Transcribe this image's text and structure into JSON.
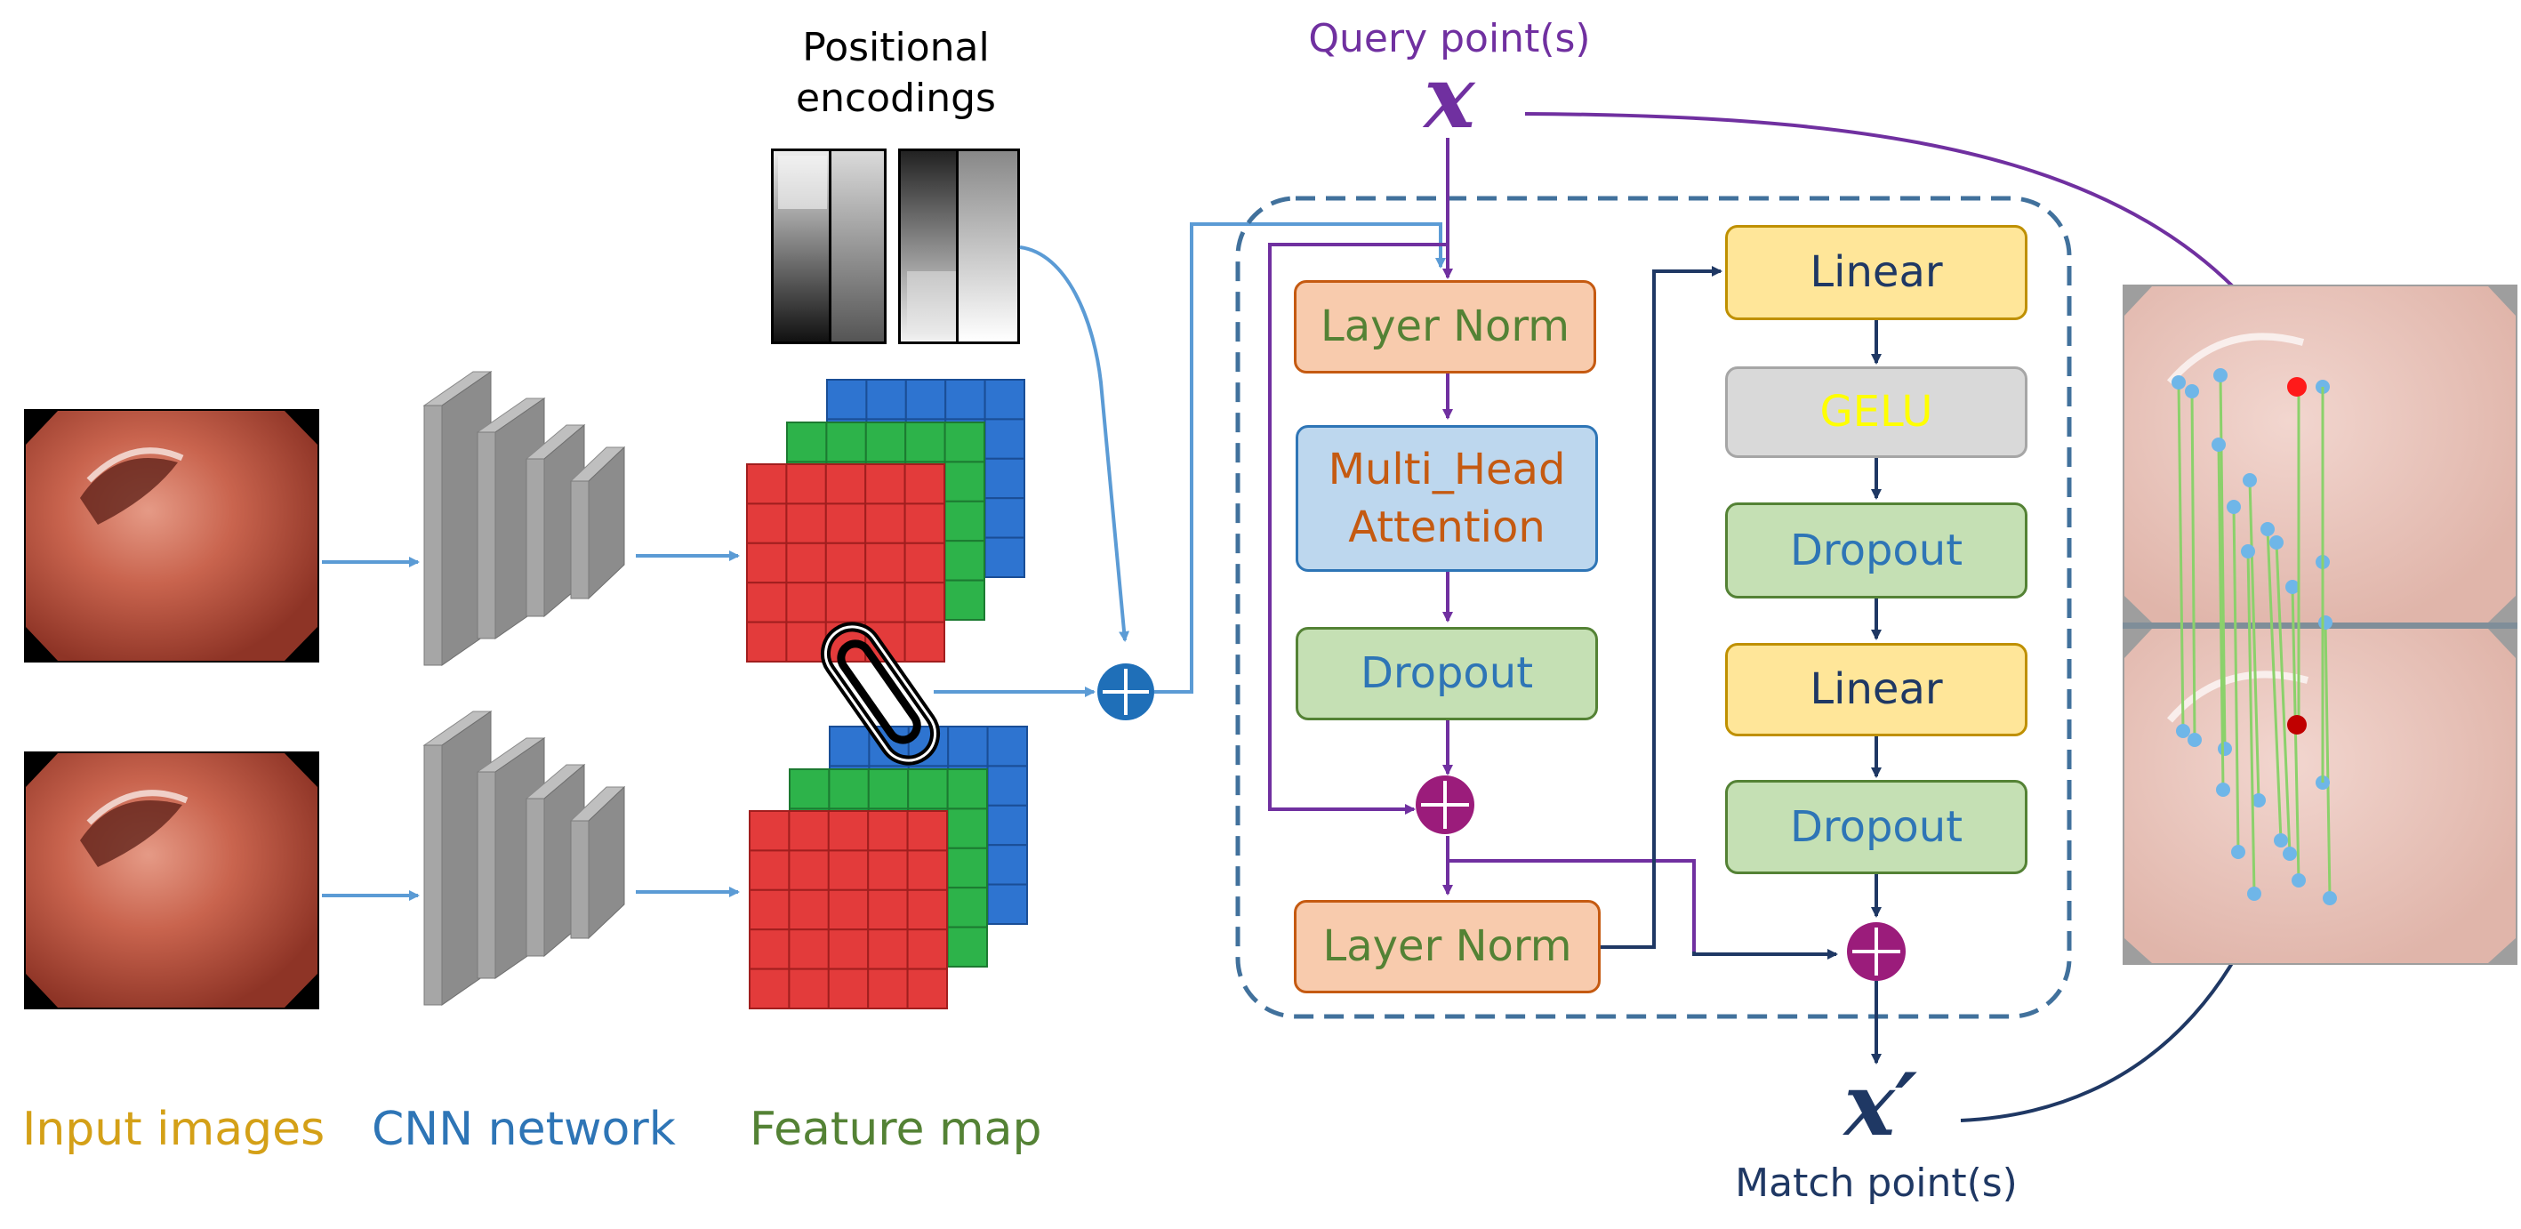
{
  "labels": {
    "positional_encodings": "Positional\nencodings",
    "query_points": "Query point(s)",
    "query_symbol": "x",
    "match_symbol": "x′",
    "match_points": "Match point(s)",
    "input_images": "Input images",
    "cnn_network": "CNN network",
    "feature_map": "Feature map"
  },
  "blocks": {
    "layer_norm_1": "Layer Norm",
    "multi_head_attention": "Multi_Head\nAttention",
    "dropout_1": "Dropout",
    "layer_norm_2": "Layer Norm",
    "linear_1": "Linear",
    "gelu": "GELU",
    "dropout_2": "Dropout",
    "linear_2": "Linear",
    "dropout_3": "Dropout"
  },
  "colors": {
    "input_images": "#D4A017",
    "cnn_network": "#2E75B6",
    "feature_map": "#548235",
    "query": "#7030A0",
    "match": "#1F3864",
    "skip_arrow": "#7030A0",
    "flow_arrow": "#5B9BD5",
    "dark_arrow": "#1F3864",
    "layer_norm_fill": "#F8CBAD",
    "layer_norm_text": "#548235",
    "attention_fill": "#BDD7EE",
    "attention_text": "#C55A11",
    "dropout_fill": "#C5E0B4",
    "dropout_text": "#2E75B6",
    "linear_fill": "#FFE699",
    "linear_text": "#1F3864",
    "gelu_fill": "#D9D9D9",
    "gelu_text": "#FFFF00"
  }
}
